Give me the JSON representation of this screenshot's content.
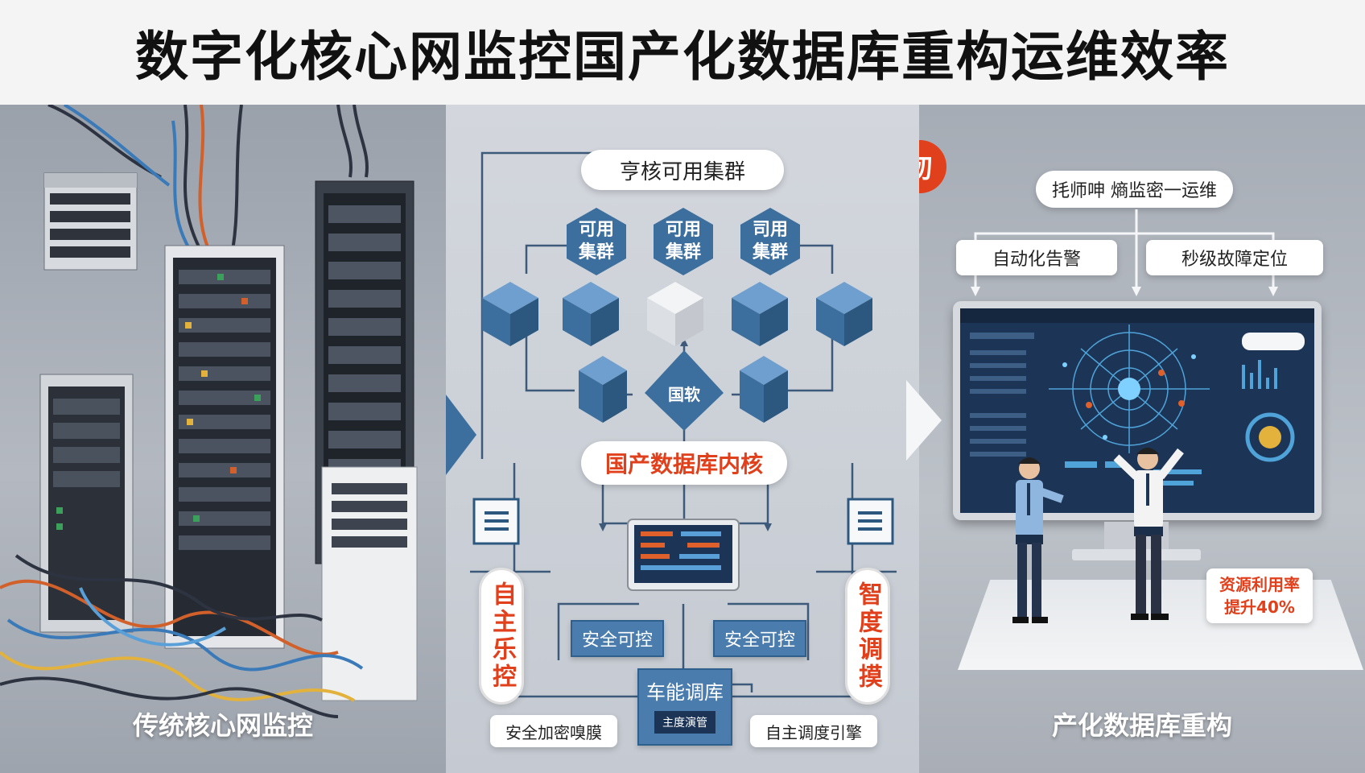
{
  "title": "数字化核心网监控国产化数据库重构运维效率",
  "left": {
    "caption": "传统核心网监控"
  },
  "middle": {
    "top_label": "亨核可用集群",
    "hex1": "可用集群",
    "hex2": "可用集群",
    "hex3": "司用集群",
    "diamond": "国软",
    "kernel": "国产数据库内核",
    "left_vertical": "自主乐控",
    "right_vertical": "智度调摸",
    "secure1": "安全可控",
    "secure2": "安全可控",
    "scheduler_title": "车能调库",
    "scheduler_sub": "主度演管",
    "bottom_left": "安全加密嗅膜",
    "bottom_right": "自主调度引擎"
  },
  "right": {
    "badge": "㲽",
    "top_label": "㧌师呻  熵监密一运维",
    "alert_label": "自动化告警",
    "locate_label": "秒级故障定位",
    "stat_label": "资源利用率\n提升40%",
    "caption": "产化数据库重构"
  },
  "colors": {
    "accent": "#e0401b",
    "blue": "#3d6f9e",
    "screen": "#1c3557"
  }
}
